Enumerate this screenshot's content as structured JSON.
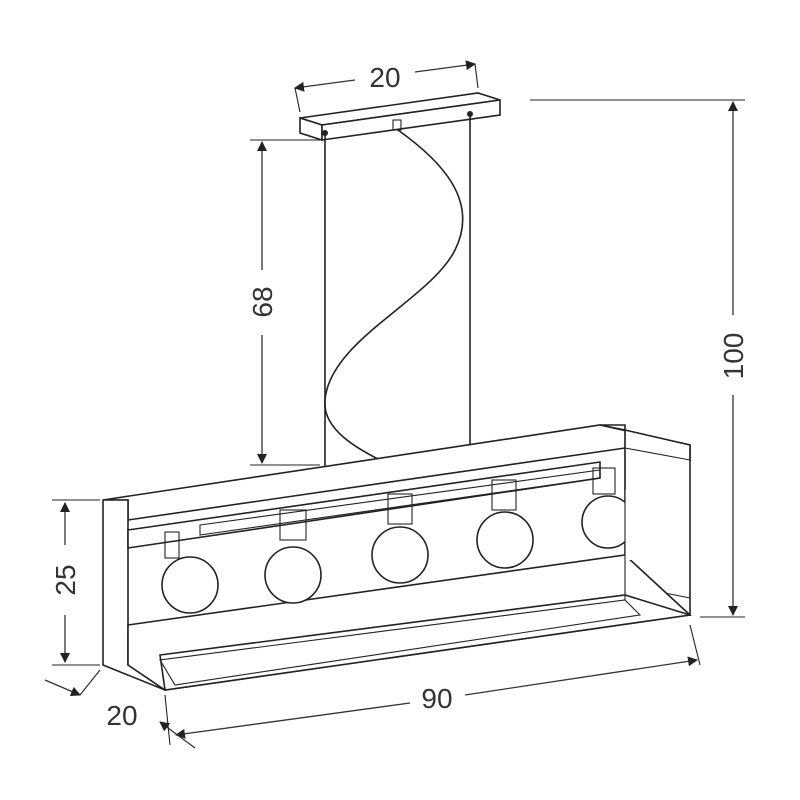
{
  "diagram": {
    "subject": "pendant-lamp",
    "dimensions": {
      "canopy_width": "20",
      "cable_length": "68",
      "total_height": "100",
      "shade_height": "25",
      "shade_length": "90",
      "shade_depth": "20"
    },
    "bulb_count": 5,
    "line_color": "#222222"
  }
}
